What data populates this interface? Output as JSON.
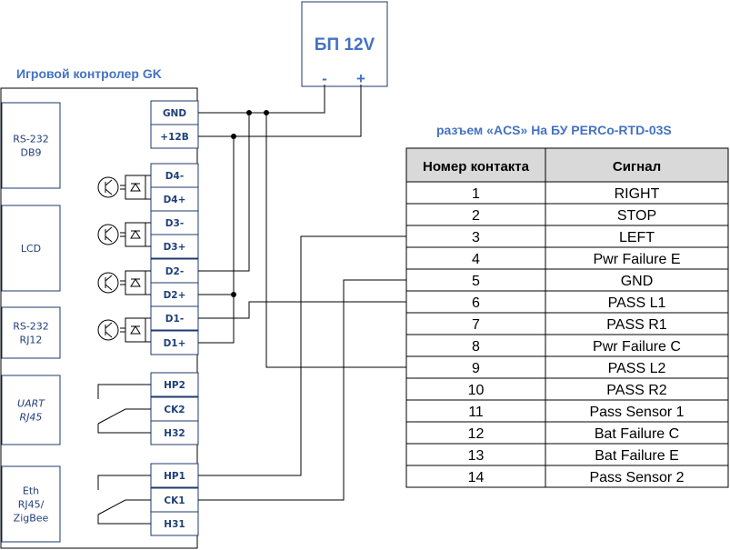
{
  "psu": {
    "title": "БП 12V",
    "minus": "-",
    "plus": "+"
  },
  "controller": {
    "title": "Игровой контролер GK",
    "modules": [
      {
        "id": "rs232db9",
        "lines": [
          "RS-232",
          "DB9"
        ],
        "italic": false
      },
      {
        "id": "lcd",
        "lines": [
          "LCD"
        ],
        "italic": false
      },
      {
        "id": "rs232rj12",
        "lines": [
          "RS-232",
          "RJ12"
        ],
        "italic": false
      },
      {
        "id": "uart",
        "lines": [
          "UART",
          "RJ45"
        ],
        "italic": true
      },
      {
        "id": "eth",
        "lines": [
          "Eth",
          "RJ45/",
          "ZigBee"
        ],
        "italic": false
      }
    ],
    "terminals": [
      "GND",
      "+12B",
      "D4-",
      "D4+",
      "D3-",
      "D3+",
      "D2-",
      "D2+",
      "D1-",
      "D1+",
      "HP2",
      "CK2",
      "H32",
      "HP1",
      "CK1",
      "H31"
    ]
  },
  "connector": {
    "title": "разъем «ACS» На БУ PERCo-RTD-03S",
    "headers": [
      "Номер контакта",
      "Сигнал"
    ],
    "rows": [
      [
        "1",
        "RIGHT"
      ],
      [
        "2",
        "STOP"
      ],
      [
        "3",
        "LEFT"
      ],
      [
        "4",
        "Pwr Failure E"
      ],
      [
        "5",
        "GND"
      ],
      [
        "6",
        "PASS L1"
      ],
      [
        "7",
        "PASS R1"
      ],
      [
        "8",
        "Pwr Failure C"
      ],
      [
        "9",
        "PASS L2"
      ],
      [
        "10",
        "PASS R2"
      ],
      [
        "11",
        "Pass Sensor 1"
      ],
      [
        "12",
        "Bat Failure C"
      ],
      [
        "13",
        "Bat Failure E"
      ],
      [
        "14",
        "Pass Sensor 2"
      ]
    ]
  }
}
